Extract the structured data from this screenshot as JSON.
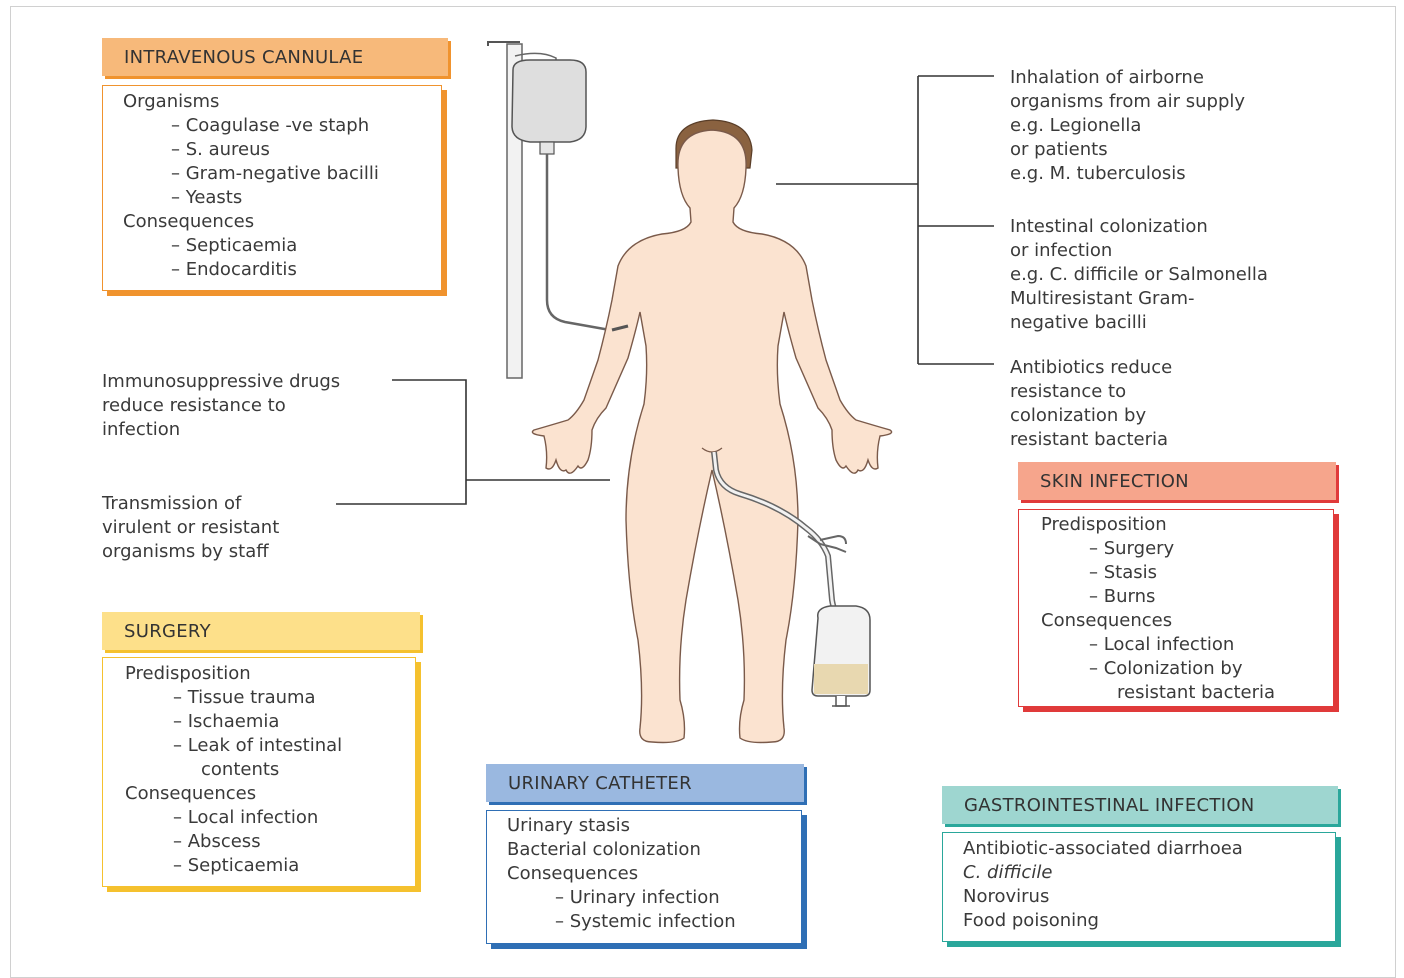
{
  "iv": {
    "title": "INTRAVENOUS CANNULAE",
    "lines": [
      "Organisms",
      "– Coagulase -ve staph",
      "– S. aureus",
      "– Gram-negative bacilli",
      "– Yeasts",
      "Consequences",
      "– Septicaemia",
      "– Endocarditis"
    ]
  },
  "immuno": [
    "Immunosuppressive drugs",
    "reduce resistance to",
    "infection"
  ],
  "transmission": [
    "Transmission of",
    "virulent or resistant",
    "organisms by staff"
  ],
  "surgery": {
    "title": "SURGERY",
    "lines": [
      "Predisposition",
      "– Tissue trauma",
      "– Ischaemia",
      "– Leak of intestinal",
      "contents",
      "Consequences",
      "– Local infection",
      "– Abscess",
      "– Septicaemia"
    ]
  },
  "urinary": {
    "title": "URINARY CATHETER",
    "lines": [
      "Urinary stasis",
      "Bacterial colonization",
      "Consequences",
      "– Urinary infection",
      "– Systemic infection"
    ]
  },
  "inhalation": [
    "Inhalation of airborne",
    "organisms from air supply",
    "e.g. Legionella",
    "or patients",
    "e.g. M. tuberculosis"
  ],
  "intestinal": [
    "Intestinal colonization",
    "or infection",
    "e.g. C. difficile or Salmonella",
    "Multiresistant Gram-",
    "negative bacilli"
  ],
  "antibiotics": [
    "Antibiotics reduce",
    "resistance to",
    "colonization by",
    "resistant bacteria"
  ],
  "skin": {
    "title": "SKIN INFECTION",
    "lines": [
      "Predisposition",
      "– Surgery",
      "– Stasis",
      "– Burns",
      "Consequences",
      "– Local infection",
      "– Colonization by",
      "resistant bacteria"
    ]
  },
  "gi": {
    "title": "GASTROINTESTINAL INFECTION",
    "lines": [
      "Antibiotic-associated diarrhoea",
      "C. difficile",
      "Norovirus",
      "Food poisoning"
    ]
  },
  "colors": {
    "iv_header": "#f7b97a",
    "iv_border": "#f0932e",
    "surgery_header": "#fde08a",
    "surgery_border": "#f5c12e",
    "urinary_header": "#9ab8e0",
    "urinary_border": "#2f6fb5",
    "skin_header": "#f6a58c",
    "skin_border": "#e03a3a",
    "gi_header": "#9ed6d0",
    "gi_border": "#2aa79b",
    "skin_tone": "#fbe3d0",
    "hair": "#8a6240"
  }
}
